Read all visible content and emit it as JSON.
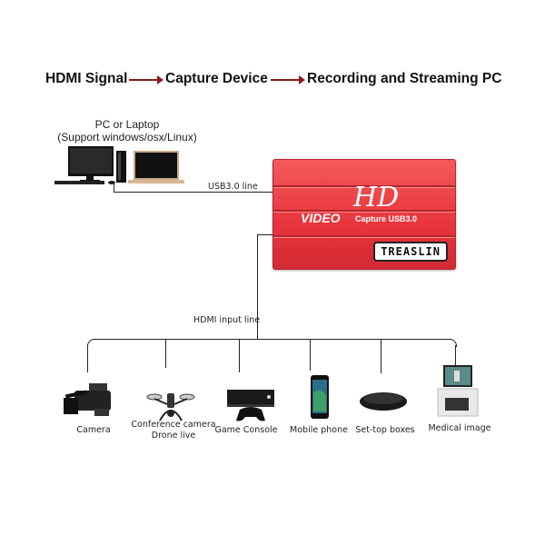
{
  "flow": {
    "step1": "HDMI Signal",
    "step2": "Capture Device",
    "step3": "Recording and Streaming PC",
    "arrow_color": "#8b1a1a"
  },
  "pc": {
    "title": "PC or Laptop",
    "subtitle": "(Support windows/osx/Linux)",
    "icons": [
      "desktop-monitor-icon",
      "pc-tower-icon",
      "keyboard-icon",
      "laptop-icon"
    ]
  },
  "usb_line_label": "USB3.0 line",
  "capture_device": {
    "video_text": "VIDEO",
    "hd_text": "HD",
    "capture_text": "Capture USB3.0",
    "brand": "TREASLIN",
    "color": "#e8343c"
  },
  "hdmi_line_label": "HDMI input line",
  "sources": [
    {
      "icon": "camera-icon",
      "label": "Camera"
    },
    {
      "icon": "drone-icon",
      "label": "Conference camera",
      "label2": "Drone live"
    },
    {
      "icon": "game-console-icon",
      "label": "Game Console"
    },
    {
      "icon": "mobile-phone-icon",
      "label": "Mobile phone"
    },
    {
      "icon": "set-top-box-icon",
      "label": "Set-top boxes"
    },
    {
      "icon": "medical-device-icon",
      "label": "Medical image"
    }
  ]
}
